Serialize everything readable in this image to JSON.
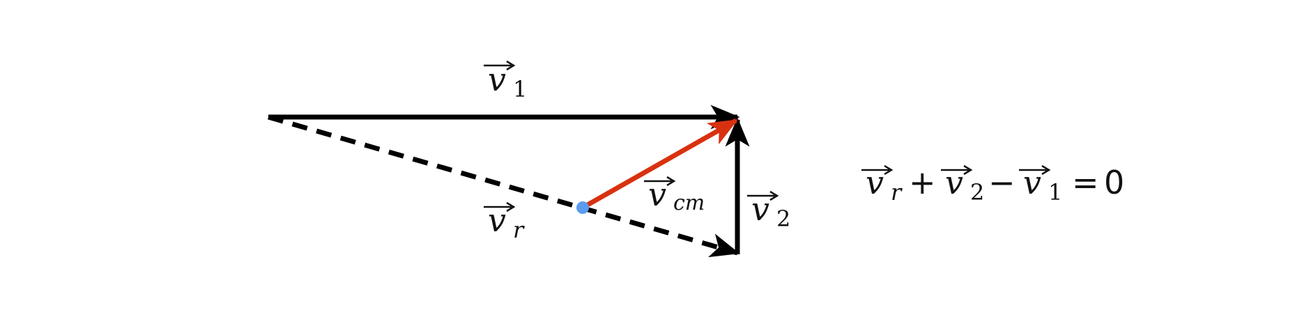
{
  "colors": {
    "vector_main": "#000000",
    "vector_cm": "#d9310f",
    "cm_point": "#5b9cf0"
  },
  "vectors": {
    "v1": {
      "symbol": "v",
      "subscript": "1"
    },
    "v2": {
      "symbol": "v",
      "subscript": "2"
    },
    "vr": {
      "symbol": "v",
      "subscript": "r"
    },
    "vcm": {
      "symbol": "v",
      "subscript": "cm"
    }
  },
  "equation": {
    "term1": {
      "symbol": "v",
      "subscript": "r"
    },
    "op1": "+",
    "term2": {
      "symbol": "v",
      "subscript": "2"
    },
    "op2": "−",
    "term3": {
      "symbol": "v",
      "subscript": "1"
    },
    "eq": "=",
    "rhs": "0"
  }
}
